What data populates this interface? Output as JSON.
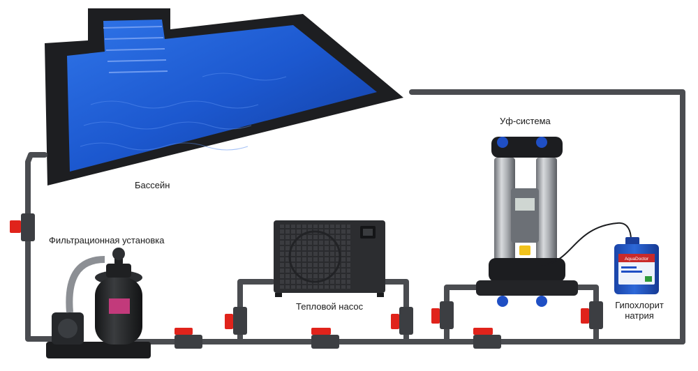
{
  "labels": {
    "pool": "Бассейн",
    "filter": "Фильтрационная установка",
    "heat_pump": "Тепловой насос",
    "uv": "Уф-система",
    "hypo_line1": "Гипохлорит",
    "hypo_line2": "натрия"
  },
  "colors": {
    "pipe": "#4a4c50",
    "pipe_edge": "#2e3033",
    "valve_handle": "#e0231b",
    "valve_body": "#3c3e42",
    "pool_water": "#1f5fd6",
    "pool_deep": "#0d2f8c",
    "pool_border": "#1d1e21",
    "canister": "#1d4fc0"
  },
  "canister": {
    "brand": "AquaDoctor"
  }
}
